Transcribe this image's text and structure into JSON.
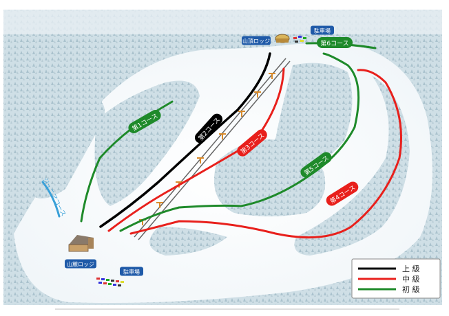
{
  "courses": {
    "c1": "第1コース",
    "c2": "第2コース",
    "c3": "第3コース",
    "c4": "第4コース",
    "c5": "第5コース",
    "c6": "第6コース",
    "kids": "ジュニアコース"
  },
  "labels": {
    "summit_lodge": "山頂ロッジ",
    "base_lodge": "山麓ロッジ",
    "parking_top": "駐車場",
    "parking_bottom": "駐車場"
  },
  "legend": {
    "items": [
      {
        "label": "上 級",
        "color": "#000000"
      },
      {
        "label": "中 級",
        "color": "#e8201c"
      },
      {
        "label": "初 級",
        "color": "#1e8a2a"
      }
    ]
  },
  "colors": {
    "expert": "#000000",
    "intermediate": "#e8201c",
    "beginner": "#1e8a2a",
    "lift": "#555555",
    "badge": "#1f5aa8",
    "kids_course": "#3aa0d8",
    "lift_tower": "#d98a2a"
  }
}
